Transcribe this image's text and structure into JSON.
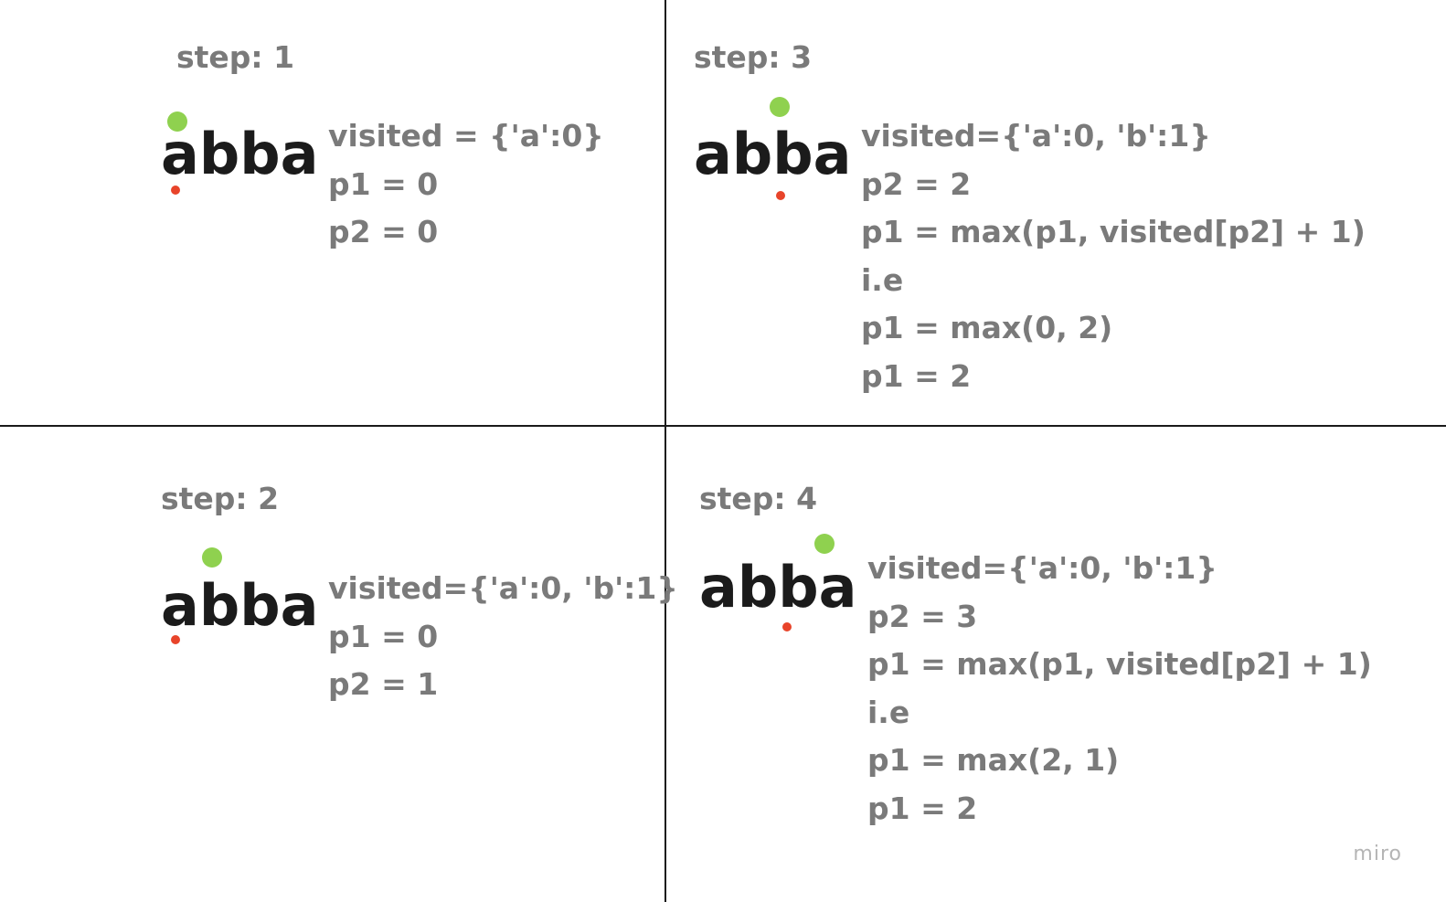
{
  "panels": [
    {
      "title": "step: 1",
      "word": "abba",
      "lines": [
        "visited = {'a':0}",
        "p1 = 0",
        "p2 = 0"
      ]
    },
    {
      "title": "step: 3",
      "word": "abba",
      "lines": [
        "visited={'a':0, 'b':1}",
        "p2 = 2",
        "p1 = max(p1, visited[p2] + 1)",
        "i.e",
        "p1 = max(0, 2)",
        "p1 = 2"
      ]
    },
    {
      "title": "step: 2",
      "word": "abba",
      "lines": [
        "visited={'a':0, 'b':1}",
        "p1 = 0",
        "p2 = 1"
      ]
    },
    {
      "title": "step: 4",
      "word": "abba",
      "lines": [
        "visited={'a':0, 'b':1}",
        "p2 = 3",
        "p1 = max(p1, visited[p2] + 1)",
        "i.e",
        "p1 = max(2, 1)",
        "p1 = 2"
      ]
    }
  ],
  "watermark": "miro",
  "colors": {
    "pointer_top": "#8fd14f",
    "pointer_bottom": "#e8442a",
    "text": "#7a7a7a",
    "word": "#1b1b1b"
  }
}
